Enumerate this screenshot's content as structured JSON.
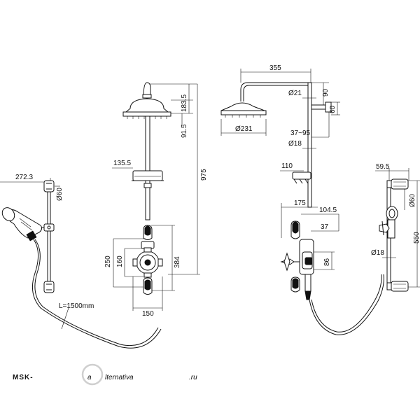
{
  "views": {
    "handset_left": {
      "dim_width": "272.3",
      "dim_diameter": "Ø60",
      "hose_length": "L=1500mm"
    },
    "front": {
      "dim_head_height": "183.5",
      "dim_head_offset": "91.5",
      "dim_total_height": "975",
      "dim_shelf": "135.5",
      "dim_body_height": "250",
      "dim_body_inner": "160",
      "dim_body_right": "384",
      "dim_width": "150"
    },
    "side": {
      "dim_arm_length": "355",
      "dim_pipe_upper": "Ø21",
      "dim_bracket": "90",
      "dim_wall": "60",
      "dim_head_diameter": "Ø231",
      "dim_adjust": "37~95",
      "dim_pipe_lower": "Ø18",
      "dim_shelf": "110",
      "dim_valve_depth": "175",
      "dim_valve_mid": "104.5",
      "dim_outlet": "37",
      "dim_valve_height": "86"
    },
    "handset_right": {
      "dim_width": "59.5",
      "dim_diameter": "Ø60",
      "dim_rail": "550",
      "dim_pipe": "Ø18"
    }
  },
  "watermark": {
    "prefix": "MSK-",
    "letter": "a",
    "suffix": "lternativa",
    "tld": ".ru"
  }
}
